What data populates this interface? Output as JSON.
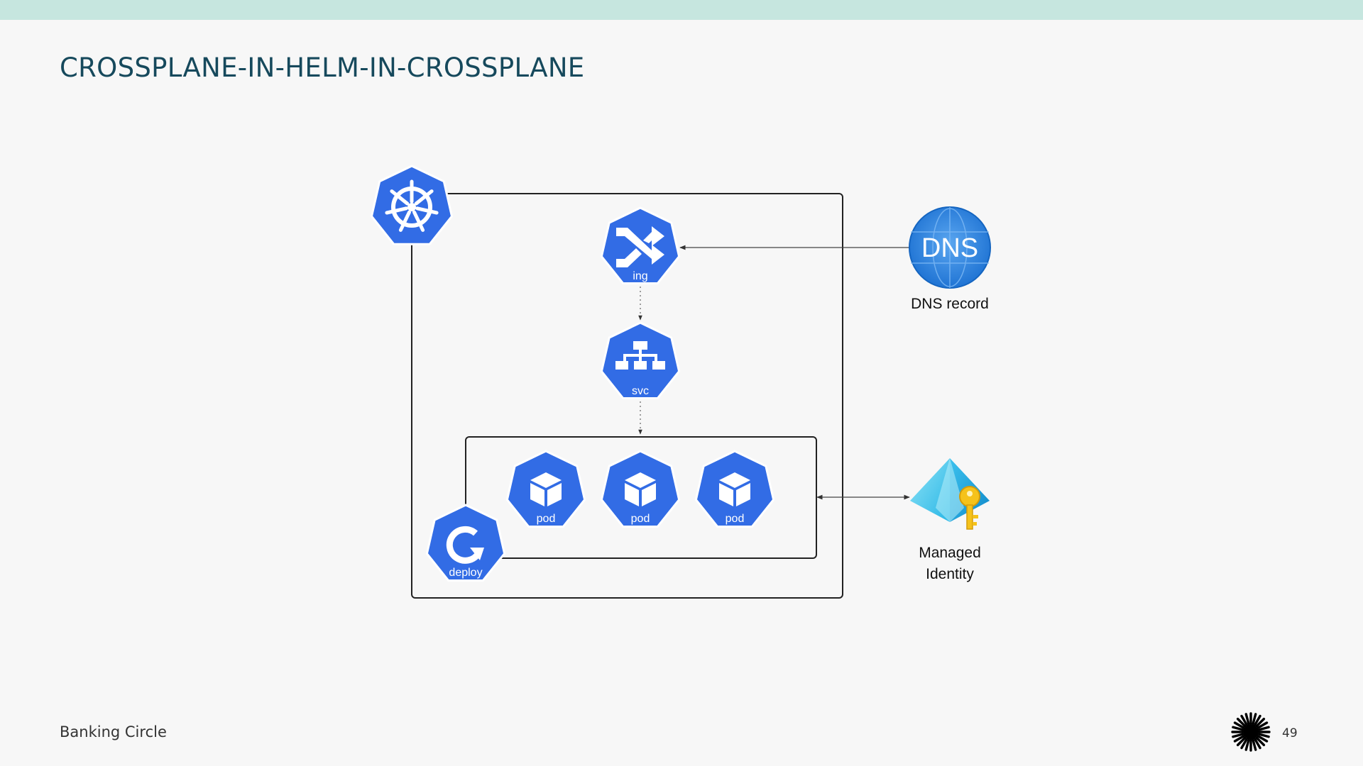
{
  "slide": {
    "title": "CROSSPLANE-IN-HELM-IN-CROSSPLANE",
    "footer": "Banking Circle",
    "page_number": "49"
  },
  "colors": {
    "top_bar": "#c6e6df",
    "title": "#16495c",
    "k8s_blue": "#326ce5"
  },
  "diagram": {
    "cluster_icon": "kubernetes-helm-wheel-icon",
    "ingress": {
      "label": "ing",
      "icon": "shuffle-arrows-icon"
    },
    "service": {
      "label": "svc",
      "icon": "network-tree-icon"
    },
    "pods": [
      {
        "label": "pod",
        "icon": "cube-icon"
      },
      {
        "label": "pod",
        "icon": "cube-icon"
      },
      {
        "label": "pod",
        "icon": "cube-icon"
      }
    ],
    "deployment": {
      "label": "deploy",
      "icon": "refresh-arrow-icon"
    },
    "dns": {
      "icon_text": "DNS",
      "label": "DNS record"
    },
    "identity": {
      "label_line1": "Managed",
      "label_line2": "Identity",
      "icon": "pyramid-key-icon"
    }
  }
}
